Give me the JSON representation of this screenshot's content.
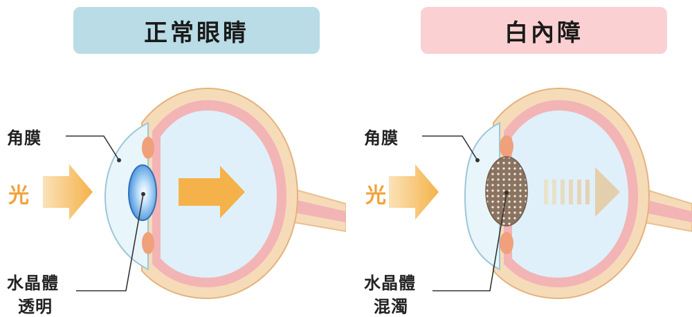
{
  "left": {
    "title": "正常眼睛",
    "cornea_label": "角膜",
    "light_label": "光",
    "lens_label_line1": "水晶體",
    "lens_label_line2": "透明"
  },
  "right": {
    "title": "白內障",
    "cornea_label": "角膜",
    "light_label": "光",
    "lens_label_line1": "水晶體",
    "lens_label_line2": "混濁"
  },
  "colors": {
    "normal_title_bg": "#b9dce6",
    "cataract_title_bg": "#fbd0d2",
    "light_label": "#f2a23a",
    "arrow": "#f5b24a",
    "eye_fill": "#dff0fa",
    "sclera": "#f6dbb8",
    "choroid": "#f3b4b6",
    "lens_clear": "#3c8ad8",
    "lens_cloudy": "#8a7360"
  }
}
